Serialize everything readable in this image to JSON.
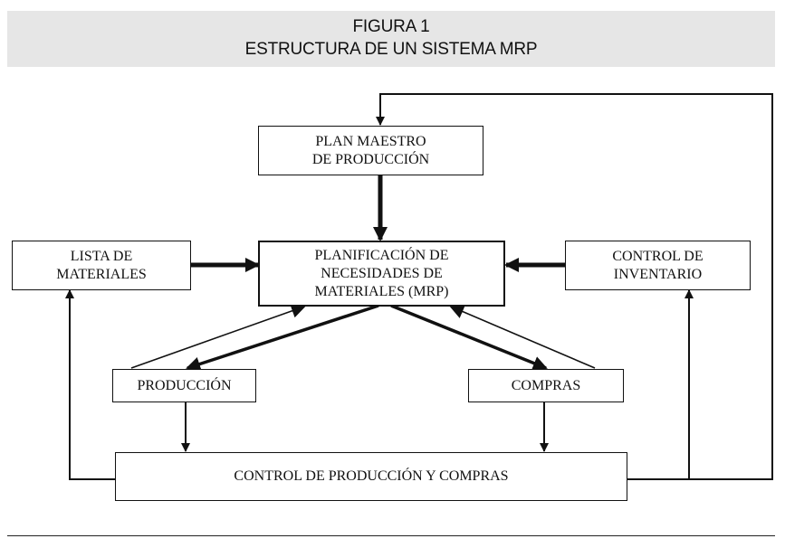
{
  "figure": {
    "label": "FIGURA 1",
    "title": "ESTRUCTURA DE UN SISTEMA MRP"
  },
  "nodes": {
    "plan_maestro": {
      "line1": "PLAN MAESTRO",
      "line2": "DE PRODUCCIÓN"
    },
    "mrp": {
      "line1": "PLANIFICACIÓN DE",
      "line2": "NECESIDADES DE",
      "line3": "MATERIALES (MRP)"
    },
    "lista_materiales": {
      "line1": "LISTA DE",
      "line2": "MATERIALES"
    },
    "control_inventario": {
      "line1": "CONTROL DE",
      "line2": "INVENTARIO"
    },
    "produccion": {
      "label": "PRODUCCIÓN"
    },
    "compras": {
      "label": "COMPRAS"
    },
    "control_produccion_compras": {
      "label": "CONTROL DE PRODUCCIÓN Y COMPRAS"
    }
  },
  "edges": [
    {
      "from": "plan_maestro",
      "to": "mrp"
    },
    {
      "from": "lista_materiales",
      "to": "mrp"
    },
    {
      "from": "control_inventario",
      "to": "mrp"
    },
    {
      "from": "mrp",
      "to": "produccion"
    },
    {
      "from": "produccion",
      "to": "mrp"
    },
    {
      "from": "mrp",
      "to": "compras"
    },
    {
      "from": "compras",
      "to": "mrp"
    },
    {
      "from": "produccion",
      "to": "control_produccion_compras"
    },
    {
      "from": "compras",
      "to": "control_produccion_compras"
    },
    {
      "from": "control_produccion_compras",
      "to": "lista_materiales"
    },
    {
      "from": "control_produccion_compras",
      "to": "control_inventario"
    },
    {
      "from": "control_produccion_compras",
      "to": "plan_maestro"
    }
  ],
  "colors": {
    "title_band": "#e6e6e6",
    "stroke": "#111111"
  }
}
